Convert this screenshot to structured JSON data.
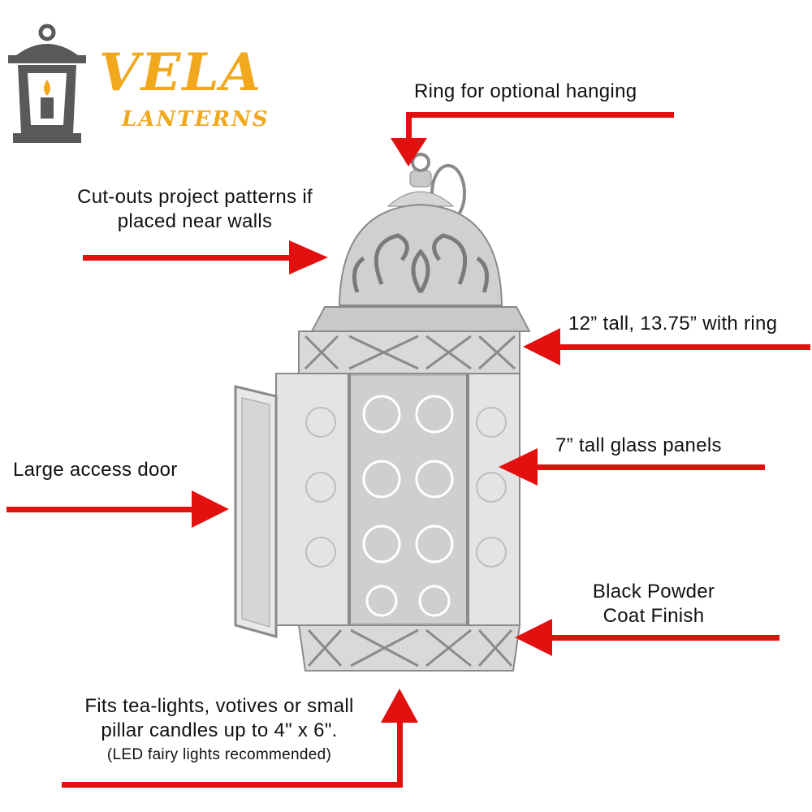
{
  "brand": {
    "name": "VELA",
    "tagline": "LANTERNS",
    "colors": {
      "accent": "#f2a81d",
      "logo_gray": "#595959",
      "flame": "#f2a81d"
    }
  },
  "annotations": {
    "ring": "Ring for optional hanging",
    "cutouts_line1": "Cut-outs project patterns if",
    "cutouts_line2": "placed near walls",
    "height": "12” tall, 13.75” with ring",
    "glass": "7” tall glass panels",
    "door": "Large access door",
    "finish_line1": "Black Powder",
    "finish_line2": "Coat Finish",
    "candles_line1": "Fits tea-lights, votives or small",
    "candles_line2": "pillar candles up to 4\" x 6\".",
    "candles_line3": "(LED fairy lights recommended)"
  },
  "colors": {
    "arrow": "#e31010",
    "metal": "#c9c9c9",
    "metal_dark": "#8a8a8a"
  }
}
